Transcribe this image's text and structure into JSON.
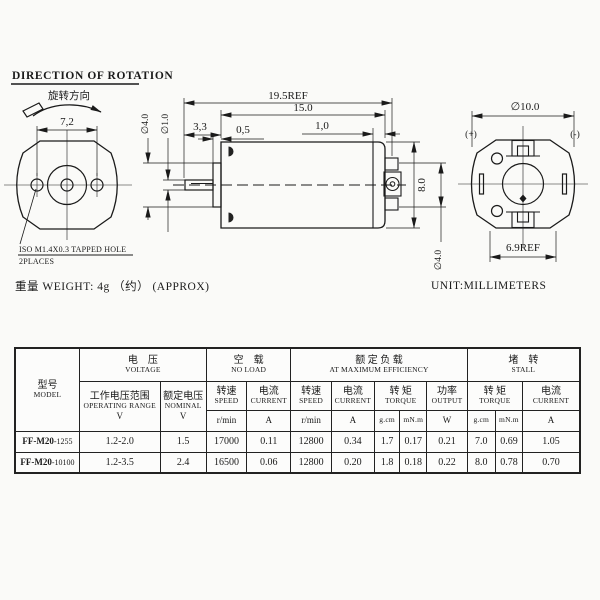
{
  "drawing": {
    "title_en": "DIRECTION OF ROTATION",
    "title_zh": "旋转方向",
    "left_view": {
      "dim_width": "7,2",
      "note_line1": "ISO M1.4X0.3 TAPPED HOLE",
      "note_line2": "2PLACES"
    },
    "side_view": {
      "dim_overall": "19.5REF",
      "dim_body": "15.0",
      "dim_shaft_len": "3,3",
      "dim_boss_len": "0,5",
      "dim_cap_len": "1,0",
      "dim_boss_dia": "∅4.0",
      "dim_shaft_dia": "∅1.0",
      "dim_height": "8.0",
      "dim_bearing_dia": "∅4.0"
    },
    "rear_view": {
      "dim_dia": "∅10.0",
      "dim_ref": "6.9REF",
      "plus": "(+)",
      "minus": "(-)"
    },
    "weight_note": "重量 WEIGHT: 4g （约） (APPROX)",
    "unit_note": "UNIT:MILLIMETERS"
  },
  "table": {
    "headers": {
      "model_zh": "型号",
      "model_en": "MODEL",
      "voltage_zh": "电　压",
      "voltage_en": "VOLTAGE",
      "noload_zh": "空　载",
      "noload_en": "NO LOAD",
      "rated_zh": "额 定 负 载",
      "rated_en": "AT MAXIMUM EFFICIENCY",
      "stall_zh": "堵　转",
      "stall_en": "STALL",
      "range_zh": "工作电压范围",
      "range_en": "OPERATING RANGE",
      "range_unit": "V",
      "nominal_zh": "额定电压",
      "nominal_en": "NOMINAL",
      "nominal_unit": "V",
      "speed_zh": "转速",
      "speed_en": "SPEED",
      "speed_unit": "r/min",
      "current_zh": "电流",
      "current_en": "CURRENT",
      "current_unit": "A",
      "torque_zh": "转 矩",
      "torque_en": "TORQUE",
      "torque_unit_gcm": "g.cm",
      "torque_unit_mnm": "mN.m",
      "output_zh": "功率",
      "output_en": "OUTPUT",
      "output_unit": "W"
    },
    "rows": [
      {
        "model_prefix": "FF-M20",
        "model_suffix": "-1255",
        "range": "1.2-2.0",
        "nominal": "1.5",
        "nl_speed": "17000",
        "nl_current": "0.11",
        "me_speed": "12800",
        "me_current": "0.34",
        "me_torque_gcm": "1.7",
        "me_torque_mnm": "0.17",
        "output": "0.21",
        "st_torque_gcm": "7.0",
        "st_torque_mnm": "0.69",
        "st_current": "1.05"
      },
      {
        "model_prefix": "FF-M20",
        "model_suffix": "-10100",
        "range": "1.2-3.5",
        "nominal": "2.4",
        "nl_speed": "16500",
        "nl_current": "0.06",
        "me_speed": "12800",
        "me_current": "0.20",
        "me_torque_gcm": "1.8",
        "me_torque_mnm": "0.18",
        "output": "0.22",
        "st_torque_gcm": "8.0",
        "st_torque_mnm": "0.78",
        "st_current": "0.70"
      }
    ]
  }
}
